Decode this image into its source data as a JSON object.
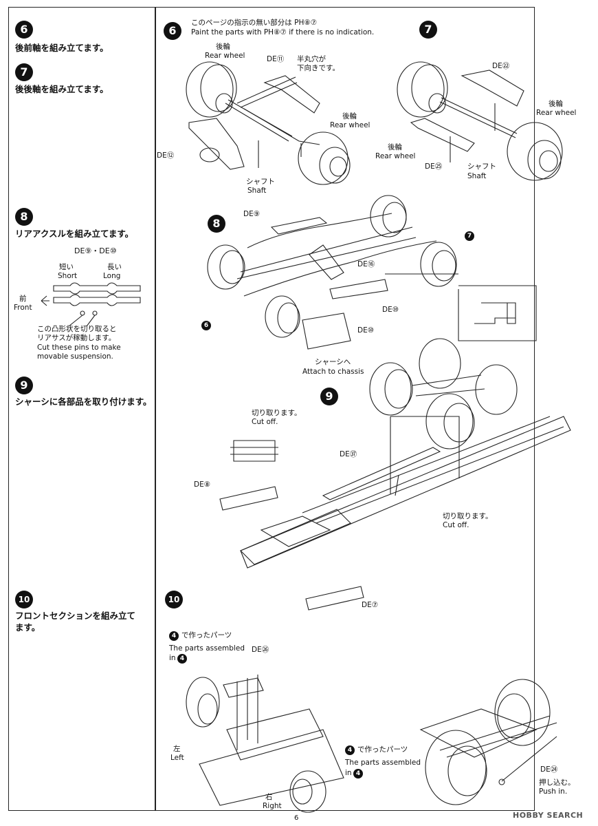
{
  "left_column": {
    "step6": {
      "number": "6",
      "text": "後前軸を組み立てます。"
    },
    "step7": {
      "number": "7",
      "text": "後後軸を組み立てます。"
    },
    "step8": {
      "number": "8",
      "text": "リアアクスルを組み立てます。",
      "parts_label": "DE⑨・DE⑩",
      "short_jp": "短い",
      "short_en": "Short",
      "long_jp": "長い",
      "long_en": "Long",
      "front_jp": "前",
      "front_en": "Front",
      "note_jp_1": "この凸形状を切り取ると",
      "note_jp_2": "リアサスが稼動します。",
      "note_en_1": "Cut these pins to make",
      "note_en_2": "movable suspension."
    },
    "step9": {
      "number": "9",
      "text": "シャーシに各部品を取り付けます。"
    },
    "step10": {
      "number": "10",
      "text_1": "フロントセクションを組み立て",
      "text_2": "ます。"
    }
  },
  "diagram6": {
    "number": "6",
    "note_jp": "このページの指示の無い部分は PH⑧⑦",
    "note_en": "Paint the parts with PH⑧⑦ if there is no indication.",
    "rear_wheel_jp": "後輪",
    "rear_wheel_en": "Rear wheel",
    "part_de11": "DE⑪",
    "hole_jp_1": "半丸穴が",
    "hole_jp_2": "下向きです。",
    "part_de12": "DE⑫",
    "shaft_jp": "シャフト",
    "shaft_en": "Shaft"
  },
  "diagram7": {
    "number": "7",
    "part_de22": "DE㉒",
    "part_de25": "DE㉕",
    "rear_wheel_jp": "後輪",
    "rear_wheel_en": "Rear wheel",
    "shaft_jp": "シャフト",
    "shaft_en": "Shaft"
  },
  "diagram8": {
    "number": "8",
    "part_de9": "DE⑨",
    "part_de16": "DE⑯",
    "part_de10": "DE⑩",
    "part_de40": "DE⑩",
    "attach_jp": "シャーシへ",
    "attach_en": "Attach to chassis",
    "ref7": "7",
    "ref6": "6"
  },
  "diagram9": {
    "number": "9",
    "cut_jp": "切り取ります。",
    "cut_en": "Cut off.",
    "part_de37": "DE㊲",
    "part_de8": "DE⑧",
    "part_de7": "DE⑦"
  },
  "diagram10": {
    "number": "10",
    "parts4_jp": "で作ったパーツ",
    "parts4_en_1": "The parts assembled",
    "parts4_en_2": "in",
    "ref4": "4",
    "part_de26": "DE㉖",
    "left_jp": "左",
    "left_en": "Left",
    "right_jp": "右",
    "right_en": "Right",
    "part_de24": "DE㉔",
    "push_jp": "押し込む。",
    "push_en": "Push in."
  },
  "footer": {
    "page": "6",
    "watermark": "HOBBY SEARCH"
  }
}
